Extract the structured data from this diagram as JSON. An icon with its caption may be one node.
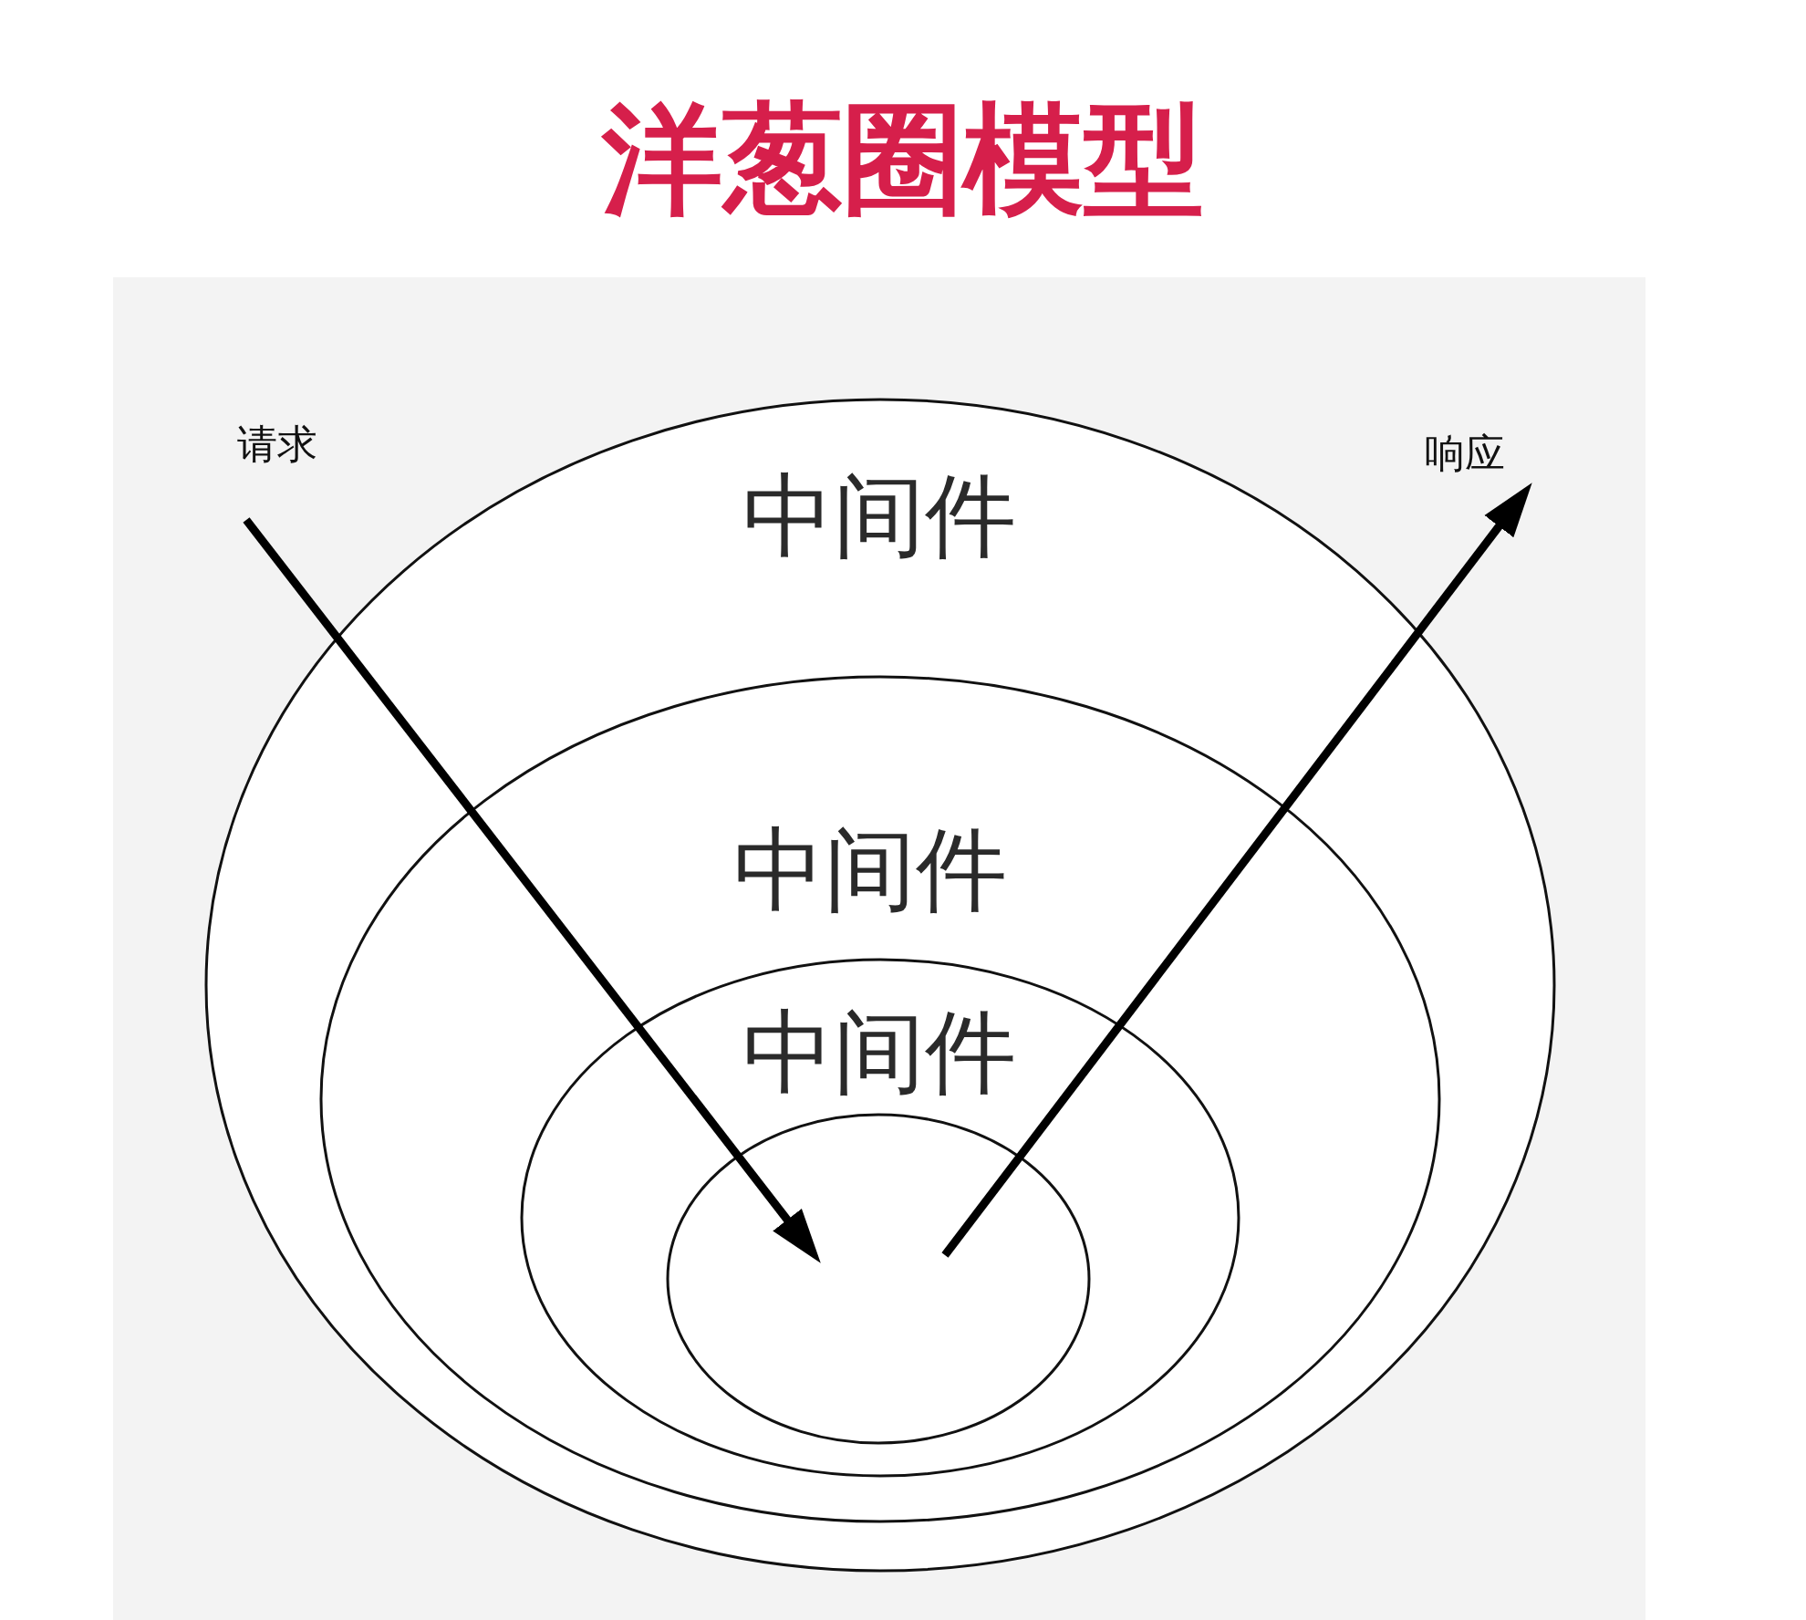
{
  "diagram": {
    "title": "洋葱圈模型",
    "nodes": [
      {
        "text": [
          "中间件"
        ]
      },
      {
        "text": [
          "中间件"
        ],
        "in": 0
      },
      {
        "text": [
          "中间件"
        ],
        "in": 1
      },
      {
        "text": [],
        "shape": "circle",
        "in": 2
      },
      {
        "text": [
          "请求"
        ]
      },
      {
        "text": [
          "响应"
        ]
      }
    ],
    "edges": [
      {
        "from": 4,
        "to": 3,
        "arrow": "to"
      },
      {
        "from": 3,
        "to": 5,
        "arrow": "to"
      }
    ]
  }
}
